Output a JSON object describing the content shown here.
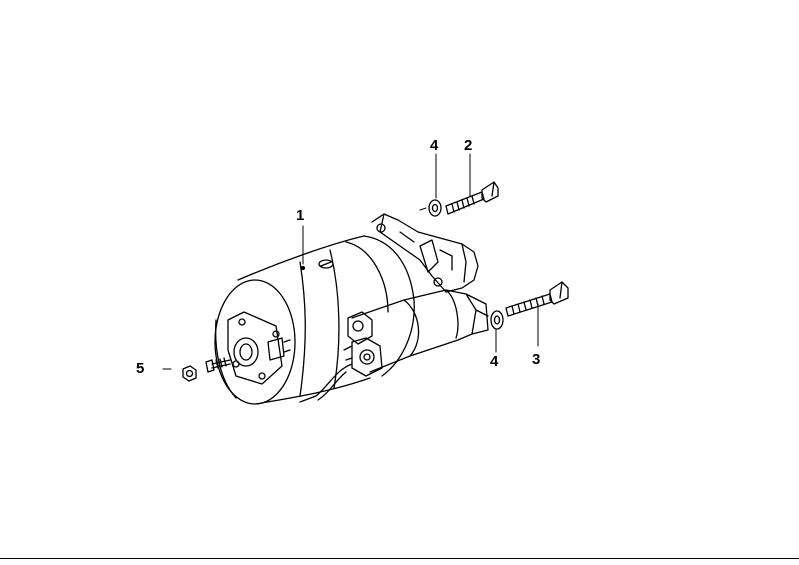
{
  "diagram": {
    "line_color": "#000000",
    "background": "#ffffff",
    "callouts": {
      "starter_motor": "1",
      "upper_bolt": "2",
      "lower_bolt": "3",
      "upper_washer": "4",
      "lower_washer": "4",
      "terminal_nut": "5"
    },
    "parts": [
      "starter-motor",
      "hex-bolt",
      "hex-bolt",
      "washer",
      "washer",
      "hex-nut"
    ]
  }
}
